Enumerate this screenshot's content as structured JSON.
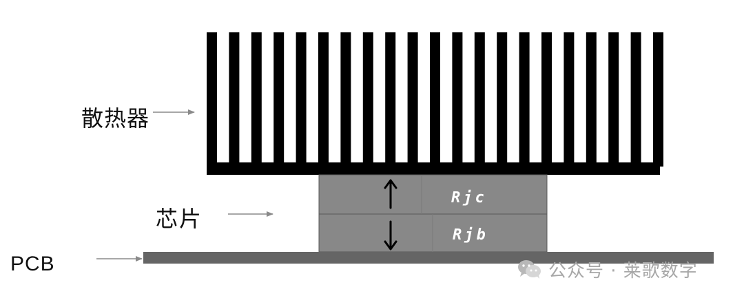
{
  "labels": {
    "heatsink": "散热器",
    "chip": "芯片",
    "pcb": "PCB"
  },
  "resistances": {
    "junction_case": "Rjc",
    "junction_board": "Rjb"
  },
  "watermark": {
    "text": "公众号 · 莱歌数字",
    "icon": "wechat-icon"
  },
  "colors": {
    "heatsink": "#000000",
    "chip": "#888888",
    "chip_edge": "#555555",
    "pcb": "#656565",
    "label_arrow": "#8a8a8a",
    "text": "#111111",
    "watermark": "#a7a7a7"
  }
}
